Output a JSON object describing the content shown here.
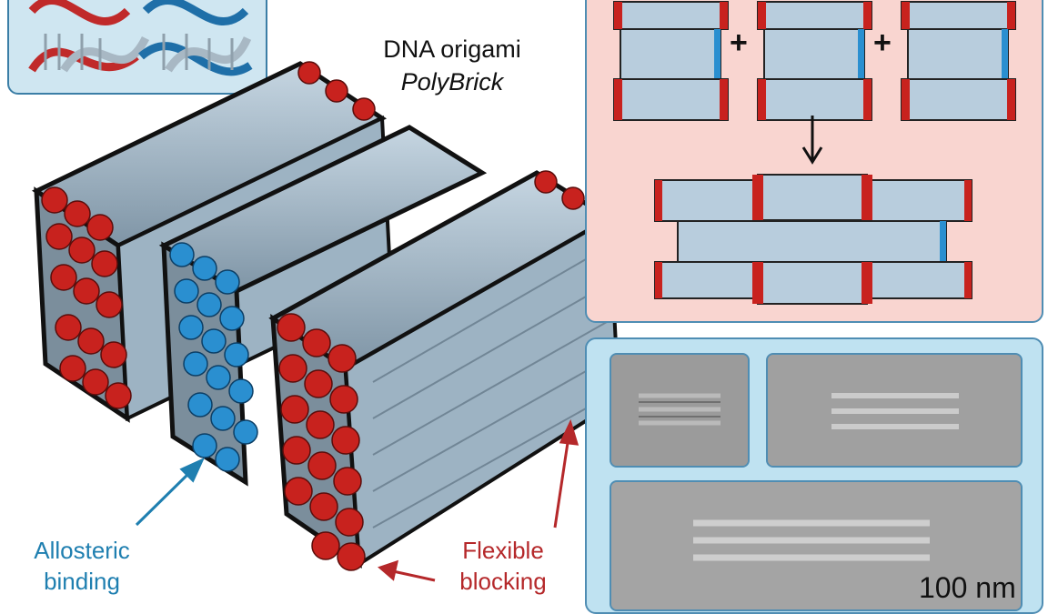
{
  "figure": {
    "title_line1": "DNA origami",
    "title_line2": "PolyBrick",
    "assembly_panel": {
      "operator_1": "+",
      "operator_2": "+",
      "arrow": "down-arrow"
    },
    "labels": {
      "allosteric": "Allosteric binding",
      "allosteric_line1": "Allosteric",
      "allosteric_line2": "binding",
      "flexible": "Flexible blocking",
      "flexible_line1": "Flexible",
      "flexible_line2": "blocking"
    },
    "scale_bar": "100 nm",
    "colors": {
      "blocking_red": "#c8221e",
      "allosteric_blue": "#2a8fd0",
      "helix_grey": "#9fb6c8",
      "pink_panel": "#f9d5d0",
      "tem_panel": "#bfe2f1",
      "panel_border": "#4f8db3"
    }
  }
}
